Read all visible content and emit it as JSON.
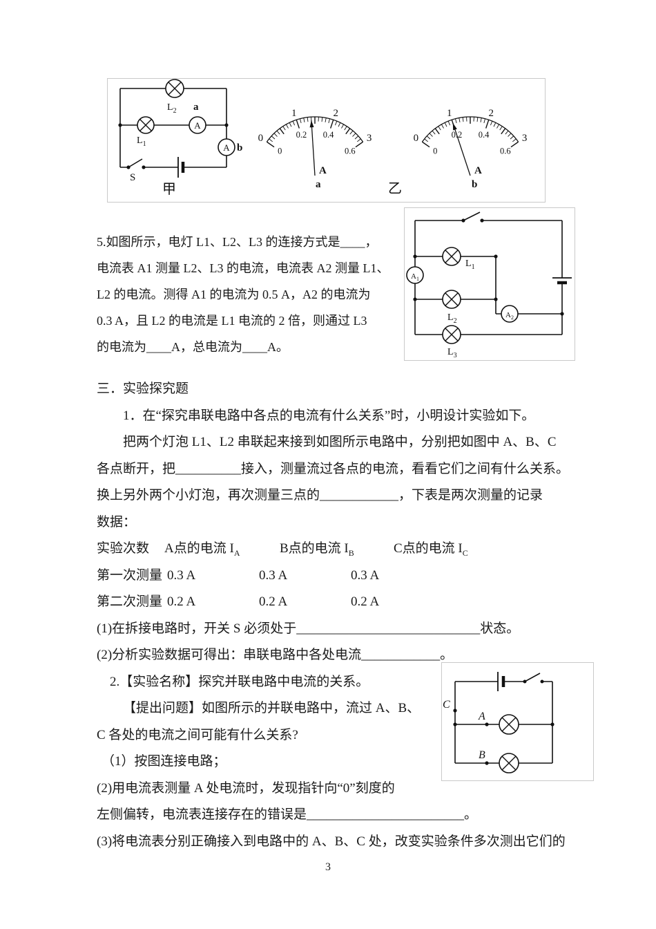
{
  "colors": {
    "text": "#1a1a1a",
    "figure_border": "#c9c9c9"
  },
  "page": {
    "number": "3"
  },
  "fig_top": {
    "jia": "甲",
    "yi": "乙",
    "labels": {
      "meter": "A",
      "l1": "L",
      "l1_sub": "1",
      "l2": "L",
      "l2_sub": "2",
      "point_a": "a",
      "point_b": "b",
      "switch": "S"
    },
    "dials": [
      {
        "meter": "A",
        "point": "a",
        "range": 3,
        "reading": 1.4,
        "major": [
          "0",
          "1",
          "2",
          "3"
        ],
        "minor": [
          "0",
          "0.2",
          "0.4",
          "0.6"
        ]
      },
      {
        "meter": "A",
        "point": "b",
        "range": 3,
        "reading": 1.0,
        "major": [
          "0",
          "1",
          "2",
          "3"
        ],
        "minor": [
          "0",
          "0.2",
          "0.4",
          "0.6"
        ]
      }
    ]
  },
  "q5": {
    "lines": [
      "5.如图所示，电灯 L1、L2、L3 的连接方式是____，",
      "电流表 A1 测量 L2、L3 的电流，电流表 A2 测量 L1、",
      "L2 的电流。测得 A1 的电流为 0.5 A，A2 的电流为",
      "0.3 A，且 L2 的电流是 L1 电流的 2 倍，则通过 L3",
      "的电流为____A，总电流为____A。"
    ],
    "diagram": {
      "a1": "A",
      "a1_sub": "1",
      "a2": "A",
      "a2_sub": "2",
      "l1": "L",
      "l1_sub": "1",
      "l2": "L",
      "l2_sub": "2",
      "l3": "L",
      "l3_sub": "3"
    }
  },
  "section3": {
    "heading": "三．实验探究题",
    "q1_lines": [
      "1．在“探究串联电路中各点的电流有什么关系”时，小明设计实验如下。",
      "把两个灯泡 L1、L2 串联起来接到如图所示电路中，分别把如图中 A、B、C",
      "各点断开，把__________接入，测量流过各点的电流，看看它们之间有什么关系。",
      "换上另外两个小灯泡，再次测量三点的____________，下表是两次测量的记录",
      "数据："
    ],
    "table": {
      "headers": [
        {
          "t": "实验次数",
          "s": ""
        },
        {
          "t": "A点的电流 I",
          "s": "A"
        },
        {
          "t": "B点的电流 I",
          "s": "B"
        },
        {
          "t": "C点的电流 I",
          "s": "C"
        }
      ],
      "rows": [
        [
          "第一次测量",
          "0.3 A",
          "0.3 A",
          "0.3 A"
        ],
        [
          "第二次测量",
          "0.2 A",
          "0.2 A",
          "0.2 A"
        ]
      ]
    },
    "q1_sub1": "(1)在拆接电路时，开关 S 必须处于____________________________状态。",
    "q1_sub2": "(2)分析实验数据可得出：串联电路中各处电流____________。",
    "q2_lines": [
      "2.【实验名称】探究并联电路中电流的关系。",
      "【提出问题】如图所示的并联电路中，流过 A、B、",
      "C 各处的电流之间可能有什么关系?",
      "（1）按图连接电路；",
      "(2)用电流表测量 A 处电流时，发现指针向“0”刻度的",
      "左侧偏转，电流表连接存在的错误是________________________。",
      "(3)将电流表分别正确接入到电路中的 A、B、C 处，改变实验条件多次测出它们的"
    ],
    "fig2": {
      "c": "C",
      "a": "A",
      "b": "B"
    }
  }
}
